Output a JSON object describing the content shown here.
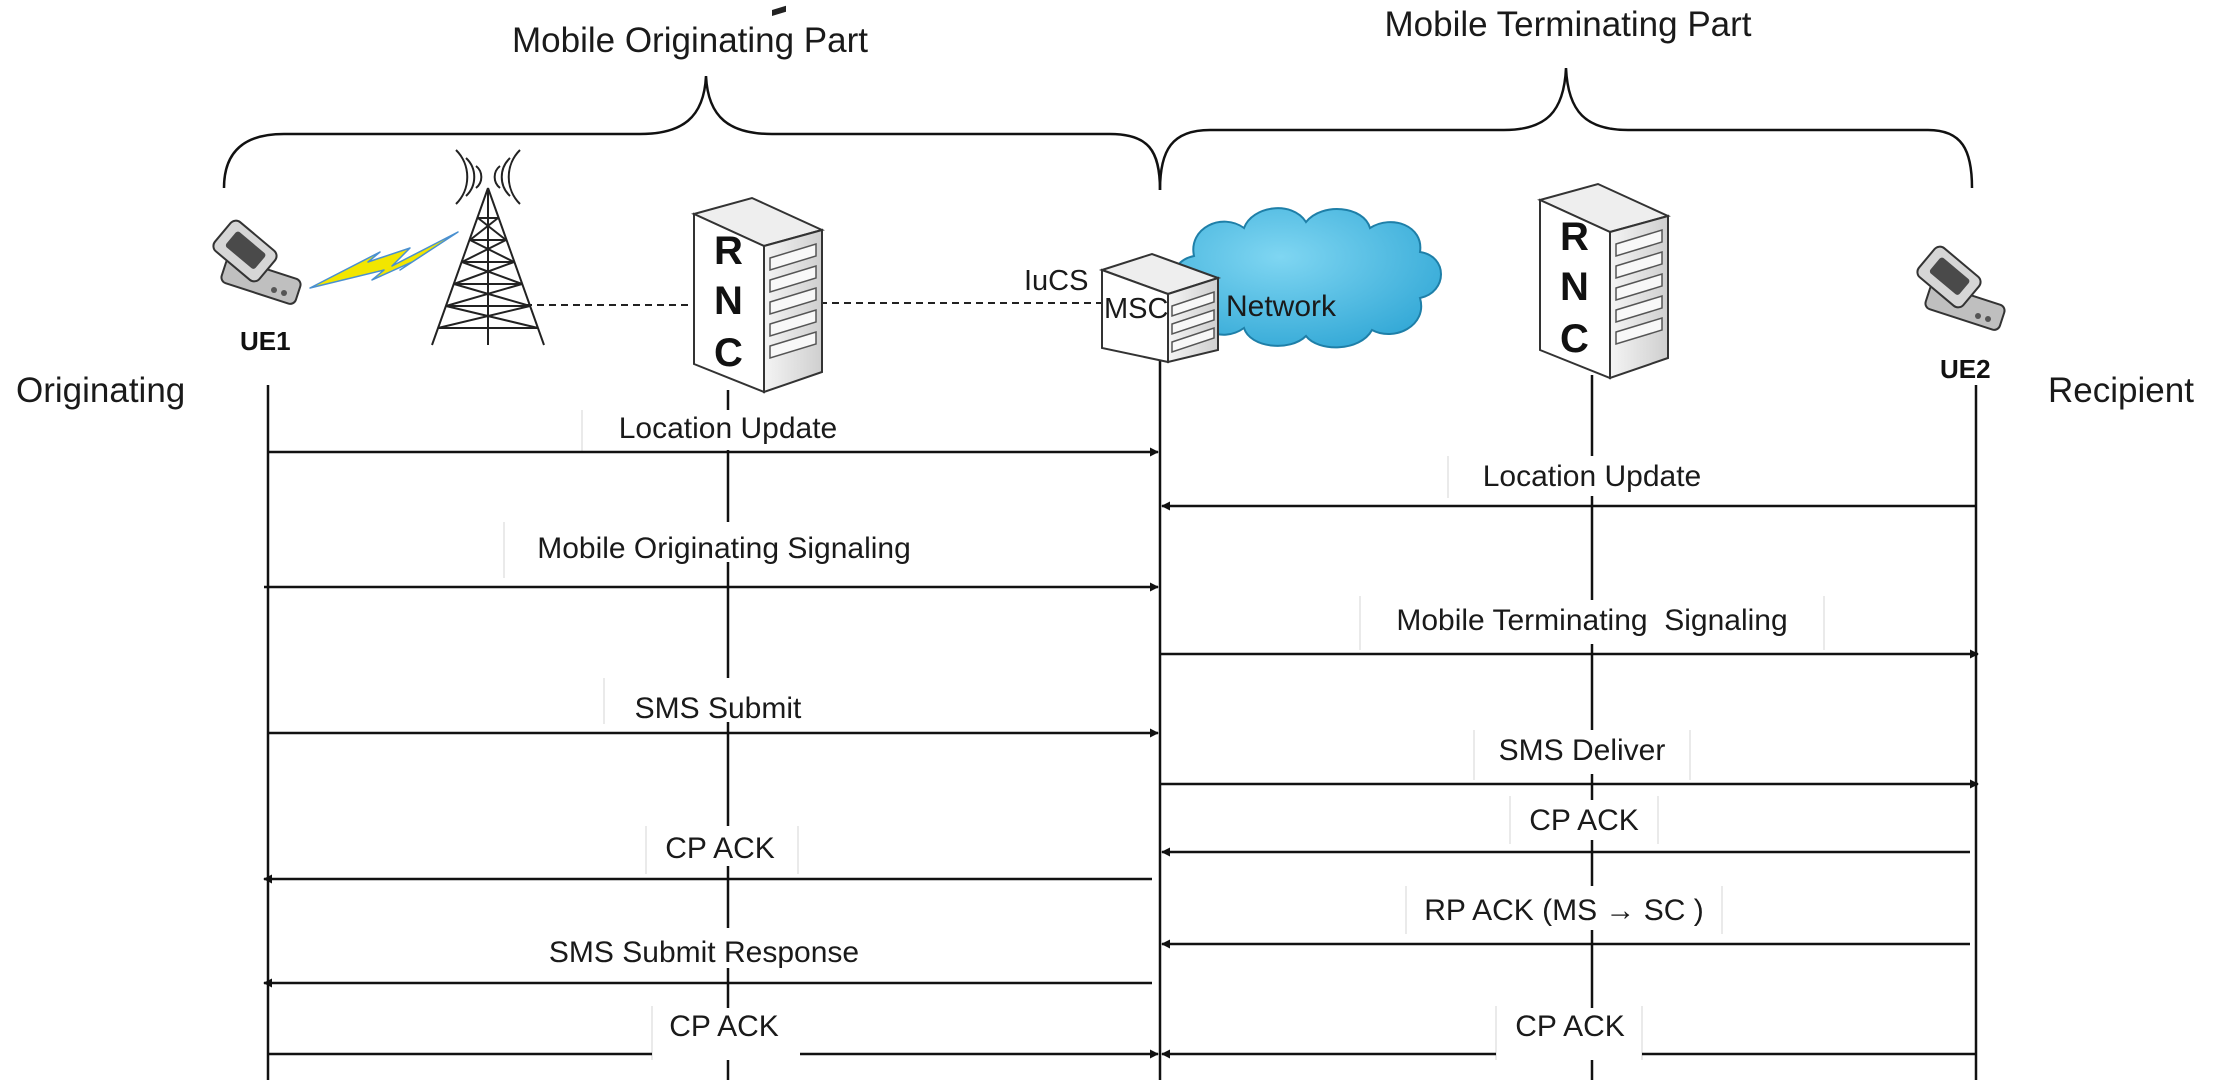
{
  "diagram": {
    "sections": {
      "originating_title": "Mobile Originating Part",
      "terminating_title": "Mobile Terminating Part"
    },
    "side_labels": {
      "left": "Originating",
      "right": "Recipient"
    },
    "nodes": {
      "ue1": "UE1",
      "ue2": "UE2",
      "rnc_left_letters": [
        "R",
        "N",
        "C"
      ],
      "rnc_right_letters": [
        "R",
        "N",
        "C"
      ],
      "msc": "MSC",
      "network": "Network",
      "interface": "IuCS"
    },
    "messages": [
      {
        "label": "Location Update",
        "from": "UE1",
        "to": "MSC"
      },
      {
        "label": "Location Update",
        "from": "UE2",
        "to": "MSC"
      },
      {
        "label": "Mobile Originating Signaling",
        "from": "UE1",
        "to": "MSC"
      },
      {
        "label": "Mobile Terminating  Signaling",
        "from": "MSC",
        "to": "UE2"
      },
      {
        "label": "SMS Submit",
        "from": "UE1",
        "to": "MSC"
      },
      {
        "label": "SMS Deliver",
        "from": "MSC",
        "to": "UE2"
      },
      {
        "label": "CP ACK",
        "from": "UE2",
        "to": "MSC"
      },
      {
        "label": "CP ACK",
        "from": "MSC",
        "to": "UE1"
      },
      {
        "label": "RP ACK (MS → SC )",
        "from": "UE2",
        "to": "MSC"
      },
      {
        "label": "SMS Submit Response",
        "from": "MSC",
        "to": "UE1"
      },
      {
        "label": "CP ACK",
        "from": "UE1",
        "to": "MSC"
      },
      {
        "label": "CP ACK",
        "from": "UE2",
        "to": "MSC"
      }
    ],
    "colors": {
      "line": "#111111",
      "cloud": "#3ab4de",
      "lightning": "#f2e600",
      "lightning_edge": "#4a90d0"
    }
  }
}
